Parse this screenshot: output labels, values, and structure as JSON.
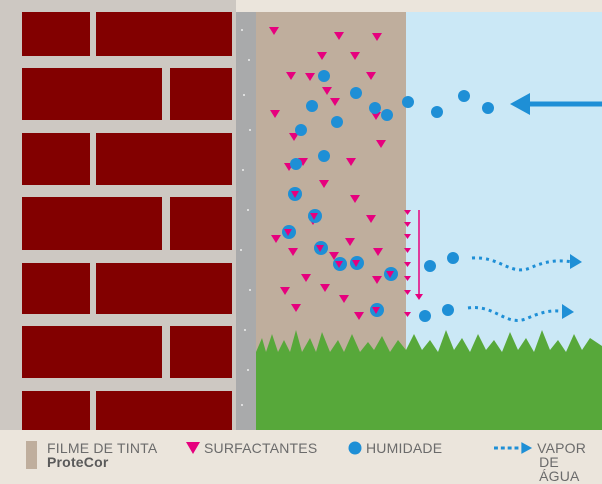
{
  "legend": {
    "paint_film": {
      "line1": "FILME DE TINTA",
      "line2": "ProteCor"
    },
    "surfactants": "SURFACTANTES",
    "humidity": "HUMIDADE",
    "vapor": {
      "line1": "VAPOR",
      "line2": "DE ÁGUA"
    }
  },
  "colors": {
    "brick": "#820000",
    "mortar": "#cdc8c2",
    "paint_film": "#bfae9d",
    "sky": "#cbe8f6",
    "grass": "#57a83a",
    "surfactant": "#e6007e",
    "humidity": "#1e8fd6"
  }
}
